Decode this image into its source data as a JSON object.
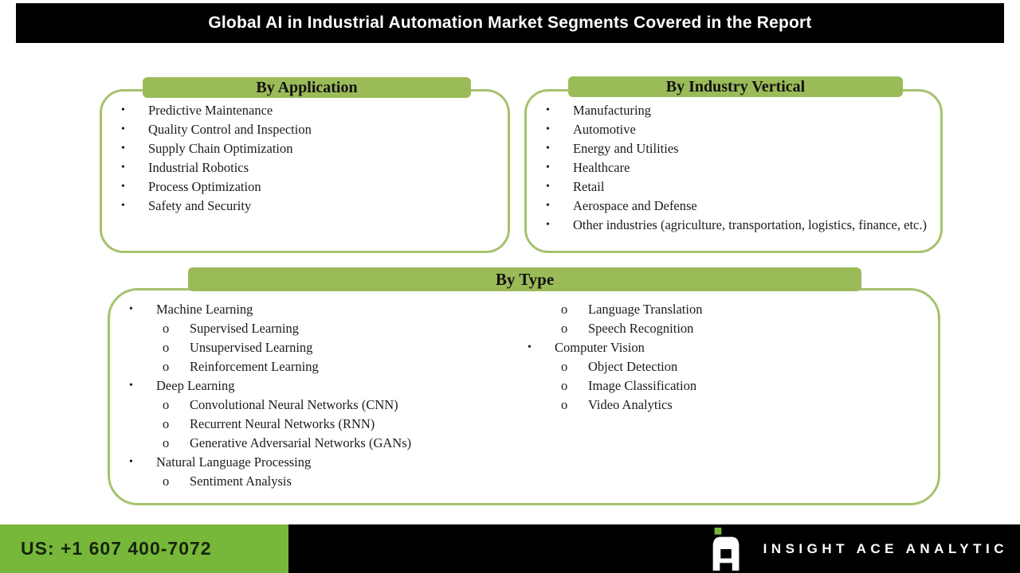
{
  "header": {
    "title": "Global AI in Industrial Automation Market Segments Covered in the Report"
  },
  "bullets": {
    "level1": "•",
    "level2": "o"
  },
  "boxes": {
    "application": {
      "title": "By Application",
      "items": [
        "Predictive Maintenance",
        "Quality Control and Inspection",
        "Supply Chain Optimization",
        "Industrial Robotics",
        "Process Optimization",
        "Safety and Security"
      ]
    },
    "industry": {
      "title": "By Industry Vertical",
      "items": [
        "Manufacturing",
        "Automotive",
        "Energy and Utilities",
        "Healthcare",
        "Retail",
        "Aerospace and Defense",
        "Other industries (agriculture, transportation, logistics, finance, etc.)"
      ]
    },
    "type": {
      "title": "By Type",
      "columns": [
        [
          {
            "text": "Machine Learning",
            "level": 1
          },
          {
            "text": "Supervised Learning",
            "level": 2
          },
          {
            "text": "Unsupervised Learning",
            "level": 2
          },
          {
            "text": "Reinforcement Learning",
            "level": 2
          },
          {
            "text": "Deep Learning",
            "level": 1
          },
          {
            "text": "Convolutional Neural Networks (CNN)",
            "level": 2
          },
          {
            "text": "Recurrent Neural Networks (RNN)",
            "level": 2
          },
          {
            "text": "Generative Adversarial Networks (GANs)",
            "level": 2
          },
          {
            "text": "Natural Language Processing",
            "level": 1
          },
          {
            "text": "Sentiment Analysis",
            "level": 2
          }
        ],
        [
          {
            "text": "Language Translation",
            "level": 2
          },
          {
            "text": "Speech Recognition",
            "level": 2
          },
          {
            "text": "Computer Vision",
            "level": 1
          },
          {
            "text": "Object Detection",
            "level": 2
          },
          {
            "text": "Image Classification",
            "level": 2
          },
          {
            "text": "Video Analytics",
            "level": 2
          }
        ]
      ]
    }
  },
  "footer": {
    "phone": "US: +1 607 400-7072",
    "brand": "INSIGHT ACE ANALYTIC",
    "logo": "insight-ace-logo"
  },
  "colors": {
    "header_bar": "#9bbb59",
    "box_border": "#a6c26d",
    "footer_green": "#77b83b",
    "bar_black": "#000000",
    "title_text": "#ffffff",
    "body_text": "#1c1c1c"
  }
}
